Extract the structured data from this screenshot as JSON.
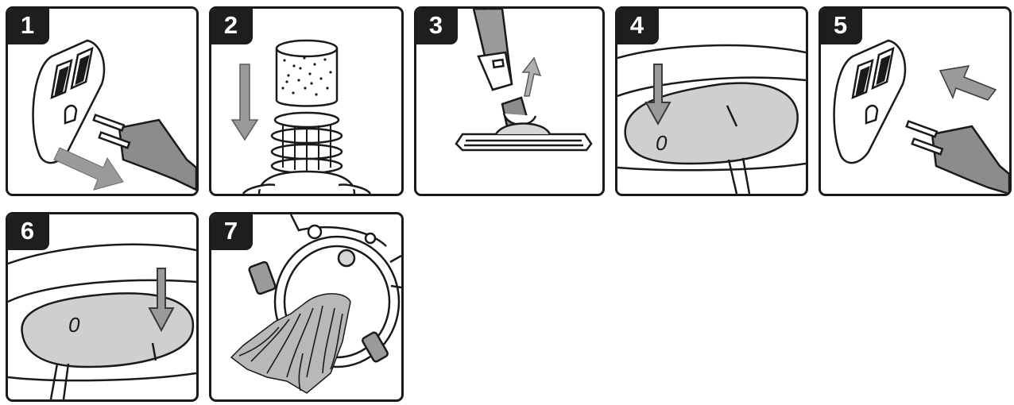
{
  "steps": [
    {
      "number": "1",
      "icon": "unplug-icon"
    },
    {
      "number": "2",
      "icon": "insert-filter-icon"
    },
    {
      "number": "3",
      "icon": "attach-floor-tool-icon"
    },
    {
      "number": "4",
      "icon": "switch-off-icon"
    },
    {
      "number": "5",
      "icon": "plug-in-icon"
    },
    {
      "number": "6",
      "icon": "switch-on-icon"
    },
    {
      "number": "7",
      "icon": "empty-canister-icon"
    }
  ],
  "switch_labels": {
    "off": "0",
    "on": "I"
  },
  "colors": {
    "border": "#1a1a1a",
    "badge": "#1e1e1e",
    "arrow_fill": "#9a9a9a",
    "switch_fill": "#cfcfcf",
    "plug_fill": "#8c8c8c"
  }
}
